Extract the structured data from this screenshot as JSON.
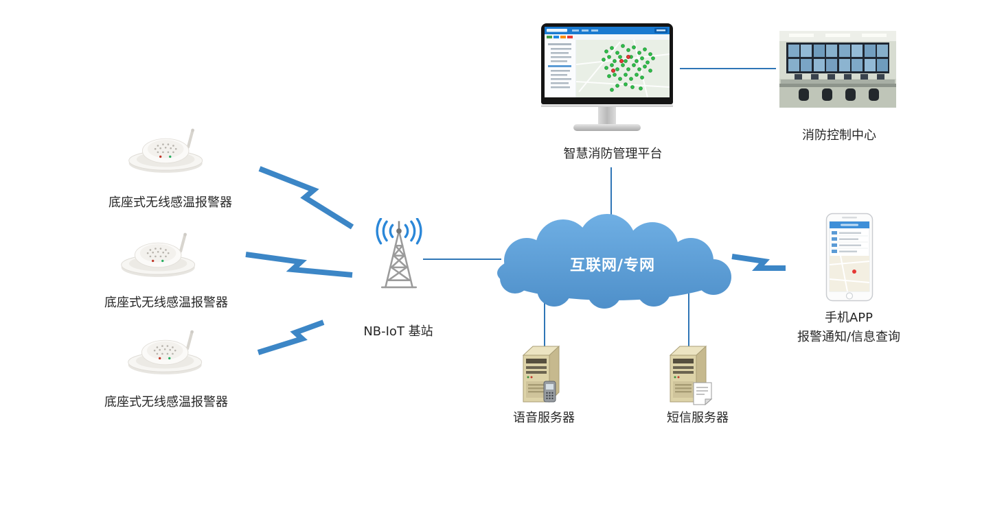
{
  "diagram": {
    "sensors": [
      {
        "label": "底座式无线感温报警器"
      },
      {
        "label": "底座式无线感温报警器"
      },
      {
        "label": "底座式无线感温报警器"
      }
    ],
    "base_station": {
      "label": "NB-IoT 基站"
    },
    "cloud": {
      "label": "互联网/专网"
    },
    "platform": {
      "label": "智慧消防管理平台"
    },
    "control_center": {
      "label": "消防控制中心"
    },
    "voice_server": {
      "label": "语音服务器"
    },
    "sms_server": {
      "label": "短信服务器"
    },
    "mobile_app": {
      "label": "手机APP",
      "sublabel": "报警通知/信息查询"
    }
  },
  "colors": {
    "connector": "#2E75B6",
    "lightning": "#3C86C6",
    "cloud_top": "#6FAFE4",
    "cloud_bottom": "#4E8FC9",
    "cloud_text": "#FFFFFF",
    "label_text": "#262626",
    "alarm_dot_green": "#2FBF4A",
    "alarm_dot_red": "#E53935"
  }
}
